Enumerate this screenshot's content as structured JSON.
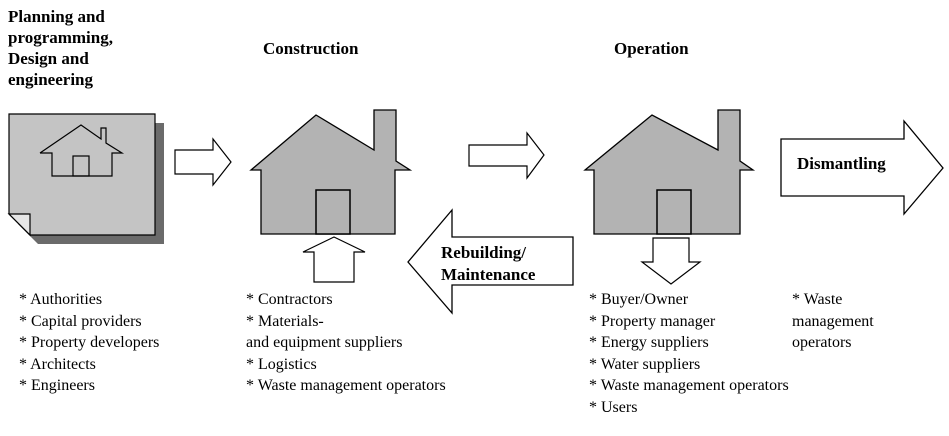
{
  "stages": {
    "planning": "Planning and\nprogramming,\nDesign and\nengineering",
    "construction": "Construction",
    "operation": "Operation"
  },
  "arrows": {
    "dismantling": "Dismantling",
    "rebuilding_line1": "Rebuilding/",
    "rebuilding_line2": "Maintenance"
  },
  "lists": {
    "planning": [
      "* Authorities",
      "* Capital providers",
      "* Property developers",
      "* Architects",
      "* Engineers"
    ],
    "construction": [
      "* Contractors",
      "* Materials-",
      "and equipment suppliers",
      "* Logistics",
      "* Waste management operators"
    ],
    "operation": [
      "* Buyer/Owner",
      "* Property manager",
      "* Energy suppliers",
      "* Water suppliers",
      "* Waste management operators",
      "* Users"
    ],
    "dismantling": [
      "* Waste",
      "management",
      "operators"
    ]
  },
  "colors": {
    "house_fill": "#b3b3b3",
    "drawing_fill": "#c4c4c4",
    "shadow": "#6b6b6b",
    "stroke": "#000000"
  }
}
